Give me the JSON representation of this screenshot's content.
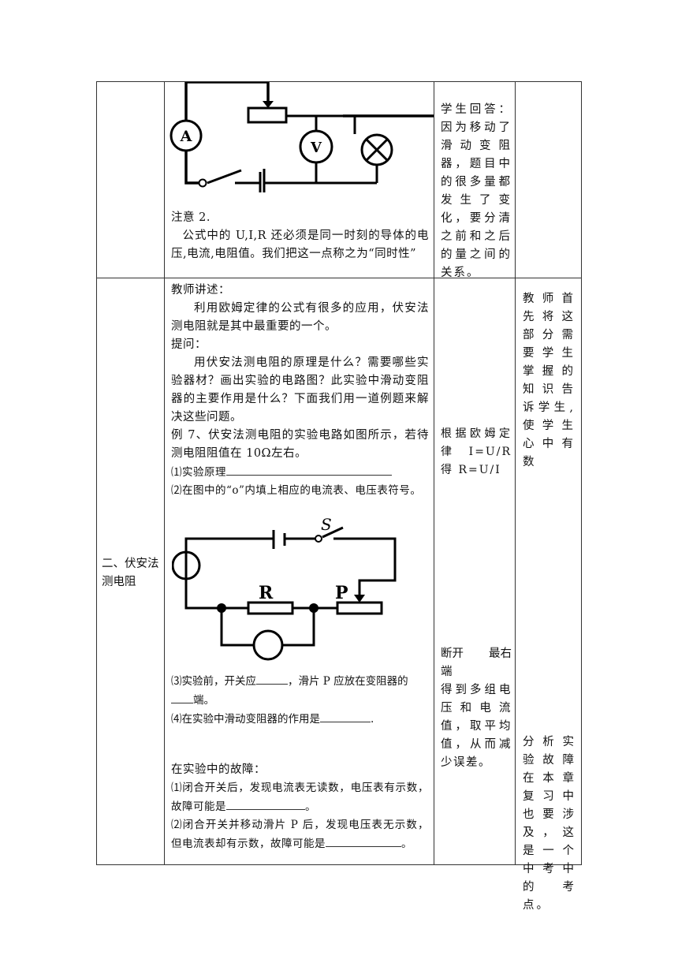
{
  "row1": {
    "note_title": "注意 2.",
    "note_text": "公式中的 U,I,R 还必须是同一时刻的导体的电压,电流,电阻值。我们把这一点称之为“同时性”",
    "student_answer": "学生回答：因为移动了滑动变阻器，题目中的很多量都发生了变化，要分清之前和之后的量之间的关系。",
    "circuit_labels": {
      "ammeter": "A",
      "voltmeter": "V"
    }
  },
  "row2": {
    "section_title": "二、伏安法测电阻",
    "teacher_intro": "教师讲述：",
    "teacher_text": "利用欧姆定律的公式有很多的应用，伏安法测电阻就是其中最重要的一个。",
    "question_label": "提问：",
    "question_text": "用伏安法测电阻的原理是什么？需要哪些实验器材？画出实验的电路图？此实验中滑动变阻器的主要作用是什么？下面我们用一道例题来解决这些问题。",
    "example_text": "例 7、伏安法测电阻的实验电路如图所示，若待测电阻阻值在 10Ω左右。",
    "q1": "⑴实验原理",
    "q2": "⑵在图中的“o”内填上相应的电流表、电压表符号。",
    "q3_a": "⑶实验前，开关应",
    "q3_b": "，滑片 P 应放在变阻器的",
    "q3_c": "端。",
    "q4_a": "⑷在实验中滑动变阻器的作用是",
    "q4_b": ".",
    "fault_title": "在实验中的故障：",
    "f1_a": "⑴闭合开关后，发现电流表无读数，电压表有示数，故障可能是",
    "f1_b": "。",
    "f2_a": "⑵闭合开关并移动滑片 P 后，发现电压表无示数，但电流表却有示数，故障可能是",
    "f2_b": "。",
    "circuit_labels": {
      "switch": "S",
      "resistor": "R",
      "slider": "P"
    },
    "answer_principle": "根据欧姆定律 I=U/R 得 R=U/I",
    "answer_switch": "断开",
    "answer_end": "最右端",
    "answer_role": "得到多组电压和电流值，取平均值，从而减少误差。",
    "teacher_note1": "教师首先将这部分需要学生掌握的知识告诉学生,使学生心中有数",
    "teacher_note2": "分析实验故障在本章复习中也要涉及，这是一个中考中的考点。"
  }
}
